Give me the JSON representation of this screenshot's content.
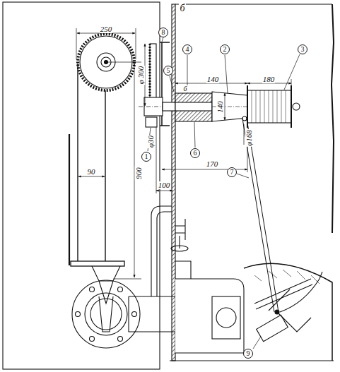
{
  "diagram": {
    "labels": [
      "б",
      "250",
      "90",
      "900",
      "8",
      "5",
      "4",
      "2",
      "3",
      "6",
      "140",
      "180",
      "φ 300",
      "φ30",
      "140",
      "φ168",
      "1",
      "6",
      "170",
      "100",
      "7",
      "9"
    ]
  }
}
